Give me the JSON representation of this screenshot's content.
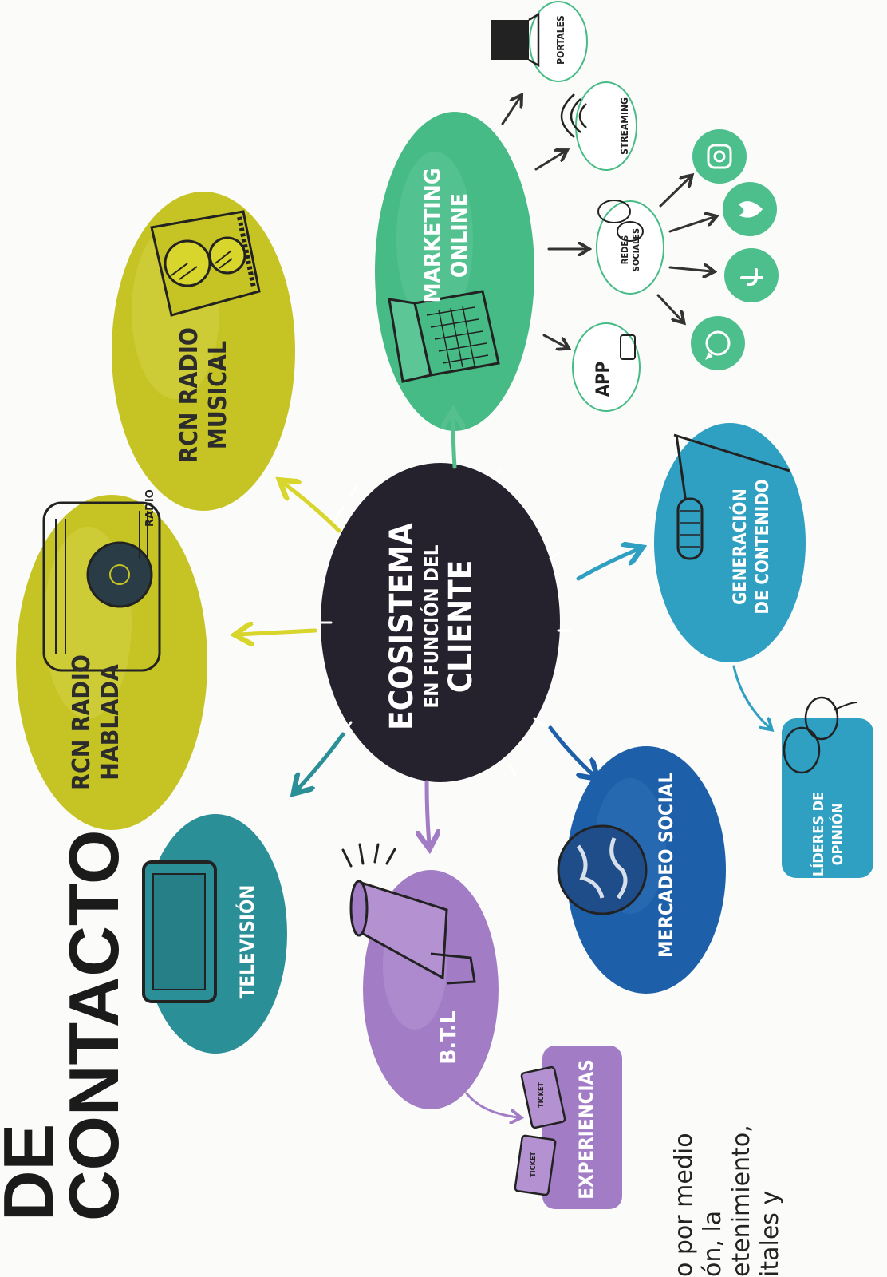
{
  "title": {
    "line1": "DE",
    "line2": "CONTACTO"
  },
  "body_text": {
    "line1": "o por medio",
    "line2": "ón, la",
    "line3": "etenimiento,",
    "line4": "itales y"
  },
  "center": {
    "line1": "ECOSISTEMA",
    "line2": "EN FUNCIÓN DEL",
    "line3": "CLIENTE"
  },
  "nodes": {
    "radio_hablada": {
      "line1": "RCN RADIO",
      "line2": "HABLADA"
    },
    "radio_musical": {
      "line1": "RCN RADIO",
      "line2": "MUSICAL"
    },
    "marketing": {
      "line1": "MARKETING",
      "line2": "ONLINE"
    },
    "television": {
      "line1": "TELEVISIÓN"
    },
    "btl": {
      "line1": "B.T.L"
    },
    "mercadeo": {
      "line1": "MERCADEO SOCIAL"
    },
    "generacion": {
      "line1": "GENERACIÓN",
      "line2": "DE CONTENIDO"
    },
    "lideres": {
      "line1": "LÍDERES DE",
      "line2": "OPINIÓN"
    },
    "experiencias": {
      "line1": "EXPERIENCIAS"
    },
    "app": {
      "line1": "APP"
    },
    "redes": {
      "line1": "REDES",
      "line2": "SOCIALES"
    },
    "streaming": {
      "line1": "STREAMING"
    },
    "portales": {
      "line1": "PORTALES"
    }
  },
  "radio_label": "RADIO",
  "ticket_label": "TICKET",
  "social_icons": [
    "whatsapp-icon",
    "facebook-icon",
    "twitter-icon",
    "instagram-icon"
  ],
  "colors": {
    "center": "#25222d",
    "yellow": "#c6c425",
    "green": "#47bb86",
    "teal": "#2b8f97",
    "purple": "#a27dc6",
    "blue": "#1d5fa8",
    "cyan": "#2f9fc2",
    "social": "#4dbf8c"
  }
}
